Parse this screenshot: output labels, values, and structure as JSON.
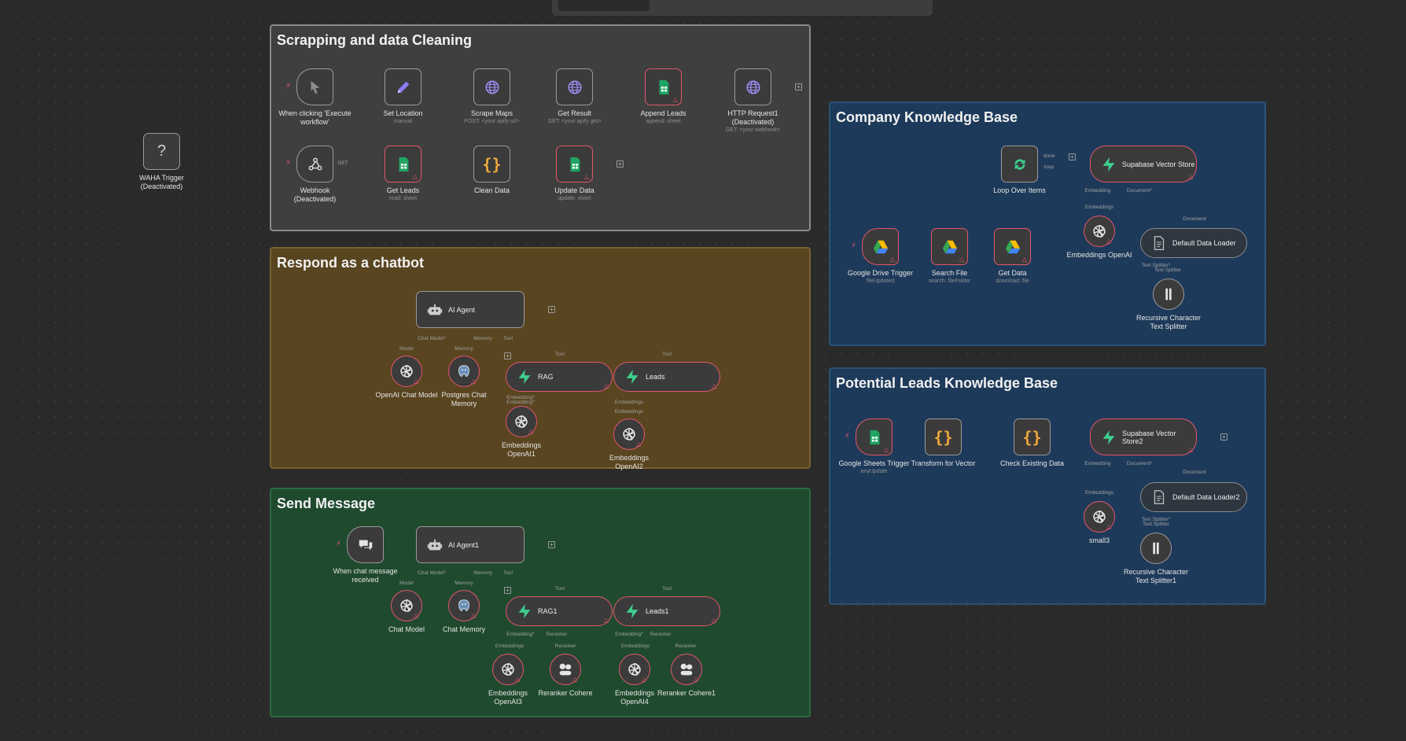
{
  "stickies": [
    {
      "id": "s1",
      "title": "Scrapping and data Cleaning",
      "bg": "#3f3f3f",
      "border": "#8a8a8a"
    },
    {
      "id": "s2",
      "title": "Respond as a chatbot",
      "bg": "#594520",
      "border": "#7a6030"
    },
    {
      "id": "s3",
      "title": "Send Message",
      "bg": "#1f4a2e",
      "border": "#2c6a40"
    },
    {
      "id": "s4",
      "title": "Company Knowledge Base",
      "bg": "#1e3a5a",
      "border": "#2a5178"
    },
    {
      "id": "s5",
      "title": "Potential Leads Knowledge Base",
      "bg": "#1e3a5a",
      "border": "#2a5178"
    }
  ],
  "nodes": [
    {
      "id": "manual",
      "label": "When clicking 'Execute\nworkflow'",
      "icon": "cursor-icon"
    },
    {
      "id": "setloc",
      "label": "Set Location",
      "sub": "manual",
      "icon": "pencil-icon"
    },
    {
      "id": "scrape",
      "label": "Scrape Maps",
      "sub": "POST: <your apify url>",
      "icon": "globe-icon"
    },
    {
      "id": "getres",
      "label": "Get Result",
      "sub": "GET: <your apify get>",
      "icon": "globe-icon"
    },
    {
      "id": "append",
      "label": "Append Leads",
      "sub": "append: sheet",
      "icon": "sheets-icon"
    },
    {
      "id": "http1",
      "label": "HTTP Request1\n(Deactivated)",
      "sub": "GET: <your webhook>",
      "icon": "globe-icon"
    },
    {
      "id": "webhook",
      "label": "Webhook\n(Deactivated)",
      "icon": "webhook-icon",
      "port": "GET"
    },
    {
      "id": "getleads",
      "label": "Get Leads",
      "sub": "read: sheet",
      "icon": "sheets-icon"
    },
    {
      "id": "clean",
      "label": "Clean Data",
      "icon": "code-icon"
    },
    {
      "id": "update",
      "label": "Update Data",
      "sub": "update: sheet",
      "icon": "sheets-icon"
    },
    {
      "id": "waha",
      "label": "WAHA Trigger\n(Deactivated)",
      "icon": "question-icon",
      "glyph": "?"
    },
    {
      "id": "agent",
      "label": "AI Agent",
      "icon": "robot-icon"
    },
    {
      "id": "openaichat",
      "label": "OpenAI Chat Model",
      "icon": "openai-icon"
    },
    {
      "id": "pgmem",
      "label": "Postgres Chat\nMemory",
      "icon": "postgres-icon"
    },
    {
      "id": "rag",
      "label": "RAG",
      "icon": "supabase-icon"
    },
    {
      "id": "leads",
      "label": "Leads",
      "icon": "supabase-icon"
    },
    {
      "id": "emb1",
      "label": "Embeddings\nOpenAI1",
      "icon": "openai-icon"
    },
    {
      "id": "emb2",
      "label": "Embeddings\nOpenAI2",
      "icon": "openai-icon"
    },
    {
      "id": "chatrecv",
      "label": "When chat message\nreceived",
      "icon": "chat-icon"
    },
    {
      "id": "agent1",
      "label": "AI Agent1",
      "icon": "robot-icon"
    },
    {
      "id": "chatmodel",
      "label": "Chat Model",
      "icon": "openai-icon"
    },
    {
      "id": "chatmem",
      "label": "Chat Memory",
      "icon": "postgres-icon"
    },
    {
      "id": "rag1",
      "label": "RAG1",
      "icon": "supabase-icon"
    },
    {
      "id": "leads1",
      "label": "Leads1",
      "icon": "supabase-icon"
    },
    {
      "id": "emb3",
      "label": "Embeddings\nOpenAI3",
      "icon": "openai-icon"
    },
    {
      "id": "rerank",
      "label": "Reranker Cohere",
      "icon": "cohere-icon"
    },
    {
      "id": "emb4",
      "label": "Embeddings\nOpenAI4",
      "icon": "openai-icon"
    },
    {
      "id": "rerank1",
      "label": "Reranker Cohere1",
      "icon": "cohere-icon"
    },
    {
      "id": "gdtrig",
      "label": "Google Drive Trigger",
      "sub": "fileUpdated",
      "icon": "drive-icon"
    },
    {
      "id": "searchfile",
      "label": "Search File",
      "sub": "search: fileFolder",
      "icon": "drive-icon"
    },
    {
      "id": "getdata",
      "label": "Get Data",
      "sub": "download: file",
      "icon": "drive-icon"
    },
    {
      "id": "loop",
      "label": "Loop Over Items",
      "icon": "loop-icon",
      "ports": [
        "done",
        "loop"
      ]
    },
    {
      "id": "svs",
      "label": "Supabase Vector Store",
      "icon": "supabase-icon"
    },
    {
      "id": "embopenai",
      "label": "Embeddings OpenAI",
      "icon": "openai-icon"
    },
    {
      "id": "ddl",
      "label": "Default Data Loader",
      "icon": "doc-icon"
    },
    {
      "id": "rcts",
      "label": "Recursive Character\nText Splitter",
      "icon": "splitter-icon"
    },
    {
      "id": "gstrig",
      "label": "Google Sheets Trigger",
      "sub": "anyUpdate",
      "icon": "sheets-icon"
    },
    {
      "id": "transform",
      "label": "Transform for Vector",
      "icon": "code-icon"
    },
    {
      "id": "check",
      "label": "Check Existing Data",
      "icon": "code-icon"
    },
    {
      "id": "svs2",
      "label": "Supabase Vector\nStore2",
      "icon": "supabase-icon"
    },
    {
      "id": "small3",
      "label": "small3",
      "icon": "openai-icon"
    },
    {
      "id": "ddl2",
      "label": "Default Data Loader2",
      "icon": "doc-icon"
    },
    {
      "id": "rcts1",
      "label": "Recursive Character\nText Splitter1",
      "icon": "splitter-icon"
    }
  ],
  "port_labels": [
    {
      "id": "p1",
      "text": "Chat Model*"
    },
    {
      "id": "p2",
      "text": "Memory"
    },
    {
      "id": "p3",
      "text": "Tool"
    },
    {
      "id": "p4",
      "text": "Model"
    },
    {
      "id": "p5",
      "text": "Memory"
    },
    {
      "id": "p6",
      "text": "Tool"
    },
    {
      "id": "p7",
      "text": "Tool"
    },
    {
      "id": "p8",
      "text": "Embedding*"
    },
    {
      "id": "p9",
      "text": "Embedding*"
    },
    {
      "id": "p10",
      "text": "Embeddings"
    },
    {
      "id": "p11",
      "text": "Embeddings"
    },
    {
      "id": "p12",
      "text": "Chat Model*"
    },
    {
      "id": "p13",
      "text": "Memory"
    },
    {
      "id": "p14",
      "text": "Tool"
    },
    {
      "id": "p15",
      "text": "Model"
    },
    {
      "id": "p16",
      "text": "Memory"
    },
    {
      "id": "p17",
      "text": "Tool"
    },
    {
      "id": "p18",
      "text": "Tool"
    },
    {
      "id": "p19",
      "text": "Embedding*"
    },
    {
      "id": "p20",
      "text": "Reranker"
    },
    {
      "id": "p21",
      "text": "Embeddings"
    },
    {
      "id": "p22",
      "text": "Reranker"
    },
    {
      "id": "p23",
      "text": "Embedding*"
    },
    {
      "id": "p24",
      "text": "Reranker"
    },
    {
      "id": "p25",
      "text": "Embeddings"
    },
    {
      "id": "p26",
      "text": "Reranker"
    },
    {
      "id": "p27",
      "text": "Embedding"
    },
    {
      "id": "p28",
      "text": "Document*"
    },
    {
      "id": "p29",
      "text": "Embeddings"
    },
    {
      "id": "p30",
      "text": "Document"
    },
    {
      "id": "p31",
      "text": "Text Splitter*"
    },
    {
      "id": "p32",
      "text": "Text Splitter"
    },
    {
      "id": "p33",
      "text": "Embedding"
    },
    {
      "id": "p34",
      "text": "Document*"
    },
    {
      "id": "p35",
      "text": "Embeddings"
    },
    {
      "id": "p36",
      "text": "Document"
    },
    {
      "id": "p37",
      "text": "Text Splitter*"
    },
    {
      "id": "p38",
      "text": "Text Splitter"
    }
  ],
  "colors": {
    "warn": "#e2566d",
    "edge": "#9a9a9a",
    "canvas": "#2a2a2a"
  }
}
